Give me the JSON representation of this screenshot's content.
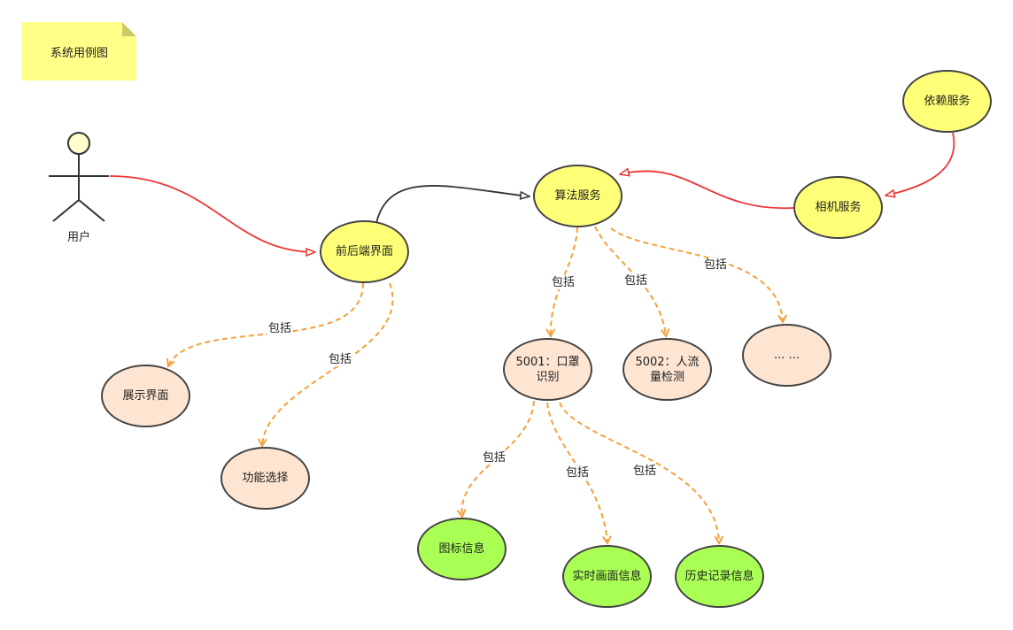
{
  "title_note": "系统用例图",
  "actor": {
    "label": "用户"
  },
  "nodes": {
    "frontend": "前后端界面",
    "algorithm": "算法服务",
    "camera": "相机服务",
    "dependency": "依赖服务",
    "display": "展示界面",
    "function_select": "功能选择",
    "mask_detection": "5001：口罩识别",
    "people_counting": "5002：人流量检测",
    "ellipsis": "... ...",
    "icon_info": "图标信息",
    "realtime_info": "实时画面信息",
    "history_info": "历史记录信息"
  },
  "edge_label": "包括",
  "colors": {
    "association": "#ee3333",
    "dependency_arrow": "#333333",
    "include": "#f5a03c",
    "note": "#ffff88",
    "service_fill": "#ffff77",
    "feature_fill": "#fde5d2",
    "detail_fill": "#aaff55"
  }
}
